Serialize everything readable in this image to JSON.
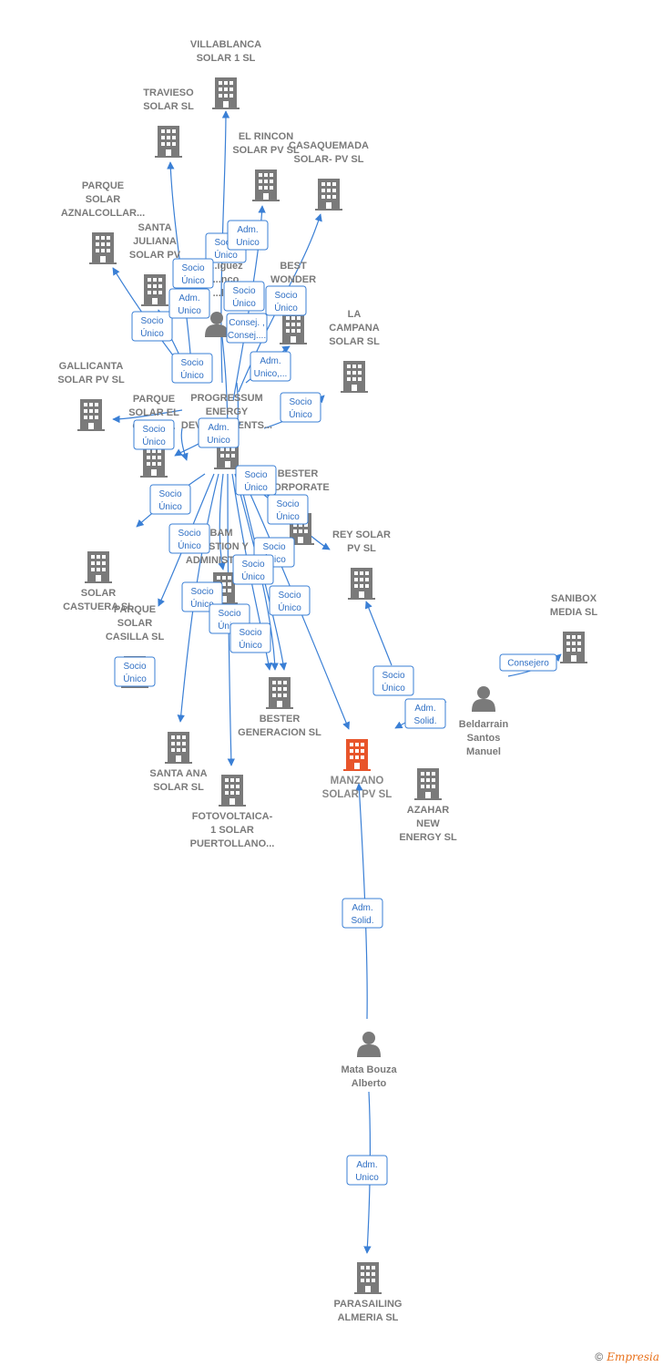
{
  "colors": {
    "edge": "#3a7fd5",
    "node": "#7a7a7a",
    "highlight": "#e8552b",
    "label_text": "#2f6fc4",
    "brand": "#e8701a"
  },
  "footer": {
    "copyright": "©",
    "brand": "Empresia"
  },
  "nodes": [
    {
      "id": "villablanca",
      "type": "company",
      "lines": [
        "VILLABLANCA",
        "SOLAR 1  SL"
      ]
    },
    {
      "id": "travieso",
      "type": "company",
      "lines": [
        "TRAVIESO",
        "SOLAR  SL"
      ]
    },
    {
      "id": "elrincon",
      "type": "company",
      "lines": [
        "EL RINCON",
        "SOLAR PV  SL"
      ]
    },
    {
      "id": "casaquemada",
      "type": "company",
      "lines": [
        "CASAQUEMADA",
        "SOLAR- PV  SL"
      ]
    },
    {
      "id": "parque_aznal",
      "type": "company",
      "lines": [
        "PARQUE",
        "SOLAR",
        "AZNALCOLLAR..."
      ]
    },
    {
      "id": "santajuliana",
      "type": "company",
      "lines": [
        "SANTA",
        "JULIANA",
        "SOLAR PV"
      ]
    },
    {
      "id": "bestwonder",
      "type": "company",
      "lines": [
        "BEST",
        "WONDER",
        "S SL"
      ]
    },
    {
      "id": "person_center",
      "type": "person",
      "lines": [
        "...iguez",
        "...nco",
        "...lbin"
      ]
    },
    {
      "id": "lacampana",
      "type": "company",
      "lines": [
        "LA",
        "CAMPANA",
        "SOLAR  SL"
      ]
    },
    {
      "id": "gallicanta",
      "type": "company",
      "lines": [
        "GALLICANTA",
        "SOLAR PV  SL"
      ]
    },
    {
      "id": "progressum",
      "type": "company",
      "lines": [
        "PROGRESSUM",
        "ENERGY",
        "DEVELOPMENTS..."
      ]
    },
    {
      "id": "parque_elcal",
      "type": "company",
      "lines": [
        "PARQUE",
        "SOLAR EL",
        "CAL...V..."
      ]
    },
    {
      "id": "bester_corp",
      "type": "company",
      "lines": [
        "BESTER",
        "CORPORATE"
      ]
    },
    {
      "id": "solarcastuera",
      "type": "company",
      "lines": [
        "SOLAR",
        "CASTUERA  SL"
      ]
    },
    {
      "id": "bam",
      "type": "company",
      "lines": [
        "BAM",
        "GESTION Y",
        "ADMINISTRA..."
      ]
    },
    {
      "id": "reysolar",
      "type": "company",
      "lines": [
        "REY SOLAR",
        "PV  SL"
      ]
    },
    {
      "id": "sanibox",
      "type": "company",
      "lines": [
        "SANIBOX",
        "MEDIA SL"
      ]
    },
    {
      "id": "casilla",
      "type": "company",
      "lines": [
        "PARQUE",
        "SOLAR",
        "CASILLA  SL"
      ]
    },
    {
      "id": "beldarrain",
      "type": "person",
      "lines": [
        "Beldarrain",
        "Santos",
        "Manuel"
      ]
    },
    {
      "id": "bester_gen",
      "type": "company",
      "lines": [
        "BESTER",
        "GENERACION SL"
      ]
    },
    {
      "id": "santaana",
      "type": "company",
      "lines": [
        "SANTA ANA",
        "SOLAR  SL"
      ]
    },
    {
      "id": "manzano",
      "type": "company",
      "main": true,
      "lines": [
        "MANZANO",
        "SOLAR PV  SL"
      ]
    },
    {
      "id": "azahar",
      "type": "company",
      "lines": [
        "AZAHAR",
        "NEW",
        "ENERGY  SL"
      ]
    },
    {
      "id": "fotovoltaica",
      "type": "company",
      "lines": [
        "FOTOVOLTAICA-",
        "1 SOLAR",
        "PUERTOLLANO..."
      ]
    },
    {
      "id": "mata",
      "type": "person",
      "lines": [
        "Mata Bouza",
        "Alberto"
      ]
    },
    {
      "id": "parasailing",
      "type": "company",
      "lines": [
        "PARASAILING",
        "ALMERIA  SL"
      ]
    }
  ],
  "edges": [
    {
      "from": "person_center",
      "to": "villablanca",
      "label": [
        "Socio",
        "Único"
      ]
    },
    {
      "from": "person_center",
      "to": "travieso",
      "label": [
        "Socio",
        "Único"
      ]
    },
    {
      "from": "person_center",
      "to": "elrincon",
      "label": [
        "Adm.",
        "Unico"
      ]
    },
    {
      "from": "person_center",
      "to": "casaquemada",
      "label": [
        "Socio",
        "Único"
      ]
    },
    {
      "from": "person_center",
      "to": "parque_aznal",
      "label": [
        "Socio",
        "Único"
      ]
    },
    {
      "from": "person_center",
      "to": "santajuliana",
      "label": [
        "Adm.",
        "Unico"
      ]
    },
    {
      "from": "person_center",
      "to": "bestwonder",
      "label": [
        "Socio",
        "Único"
      ]
    },
    {
      "from": "person_center",
      "to": "progressum",
      "label": [
        "Consej. ,",
        "Consej...."
      ]
    },
    {
      "from": "person_center",
      "to": "lacampana",
      "label": [
        "Socio",
        "Único"
      ]
    },
    {
      "from": "person_center",
      "to": "gallicanta",
      "label": [
        "Socio",
        "Único"
      ]
    },
    {
      "from": "person_center",
      "to": "progressum",
      "label": [
        "Adm.",
        "Unico,..."
      ]
    },
    {
      "from": "person_center",
      "to": "parque_elcal",
      "label": [
        "Adm.",
        "Unico"
      ]
    },
    {
      "from": "person_center",
      "to": "parque_elcal",
      "label": [
        "Socio",
        "Único"
      ]
    },
    {
      "from": "person_center",
      "to": "bester_corp",
      "label": [
        "Socio",
        "Único"
      ]
    },
    {
      "from": "person_center",
      "to": "solarcastuera",
      "label": [
        "Socio",
        "Único"
      ]
    },
    {
      "from": "person_center",
      "to": "bam",
      "label": [
        "Socio",
        "Único"
      ]
    },
    {
      "from": "person_center",
      "to": "reysolar",
      "label": [
        "Socio",
        "Único"
      ]
    },
    {
      "from": "person_center",
      "to": "casilla",
      "label": [
        "Socio",
        "Único"
      ]
    },
    {
      "from": "person_center",
      "to": "bester_gen",
      "label": [
        "Socio",
        "Único"
      ]
    },
    {
      "from": "person_center",
      "to": "santaana",
      "label": [
        "Socio",
        "Único"
      ]
    },
    {
      "from": "person_center",
      "to": "fotovoltaica",
      "label": [
        "Socio",
        "Único"
      ]
    },
    {
      "from": "person_center",
      "to": "manzano",
      "label": [
        "Socio",
        "Único"
      ]
    },
    {
      "from": "person_center",
      "to": "bester_gen",
      "label": [
        "Socio",
        "Único"
      ]
    },
    {
      "from": "person_center",
      "to": "bester_gen",
      "label": [
        "Socio",
        "Único"
      ]
    },
    {
      "from": "beldarrain",
      "to": "sanibox",
      "label": [
        "Consejero"
      ]
    },
    {
      "from": "beldarrain",
      "to": "reysolar",
      "label": [
        "Socio",
        "Único"
      ]
    },
    {
      "from": "beldarrain",
      "to": "manzano",
      "label": [
        "Adm.",
        "Solid."
      ]
    },
    {
      "from": "mata",
      "to": "manzano",
      "label": [
        "Adm.",
        "Solid."
      ]
    },
    {
      "from": "mata",
      "to": "parasailing",
      "label": [
        "Adm.",
        "Unico"
      ]
    }
  ]
}
